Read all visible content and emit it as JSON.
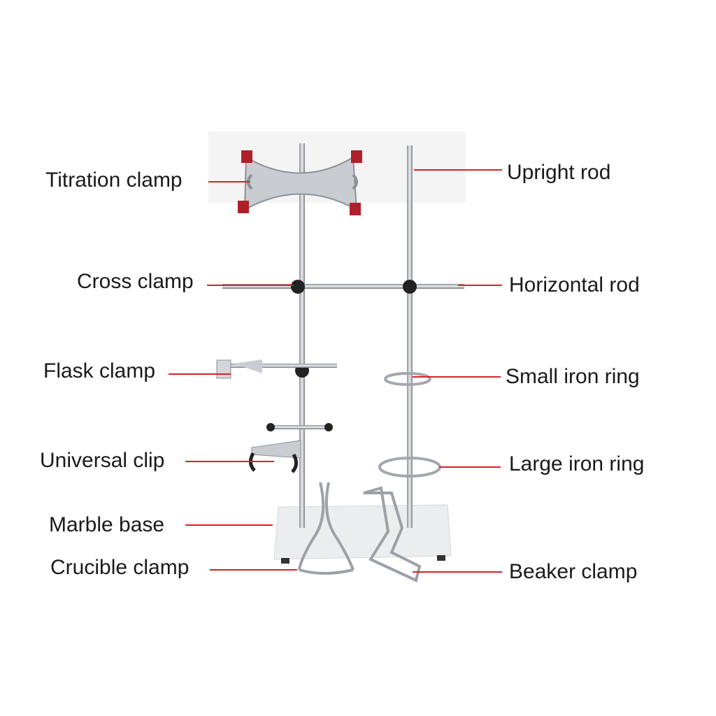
{
  "labels": {
    "titration_clamp": "Titration clamp",
    "cross_clamp": "Cross clamp",
    "flask_clamp": "Flask clamp",
    "universal_clip": "Universal clip",
    "marble_base": "Marble base",
    "crucible_clamp": "Crucible clamp",
    "upright_rod": "Upright rod",
    "horizontal_rod": "Horizontal rod",
    "small_iron_ring": "Small iron ring",
    "large_iron_ring": "Large iron ring",
    "beaker_clamp": "Beaker clamp"
  },
  "colors": {
    "leader_line": "#d8222a",
    "clamp_pad": "#b0202a",
    "metal": "#b8bcc2"
  }
}
